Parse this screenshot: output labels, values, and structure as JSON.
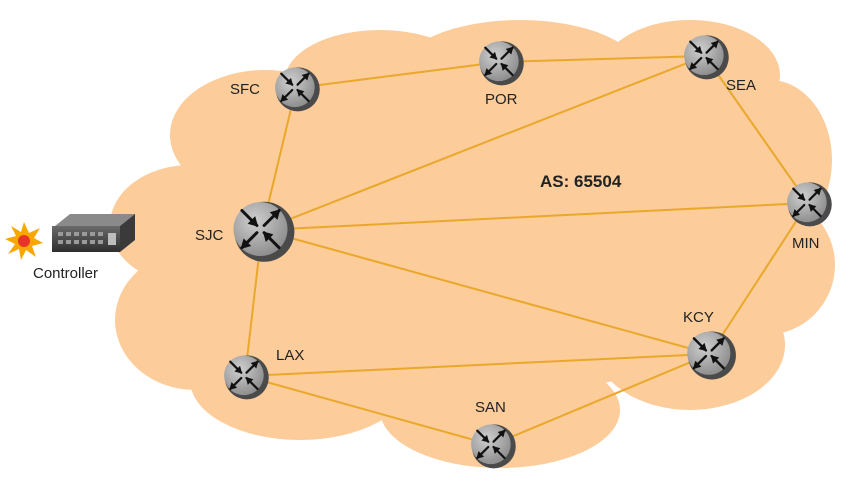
{
  "as_label": "AS: 65504",
  "controller": {
    "label": "Controller",
    "icon": "controller-server-icon",
    "status_icon": "alert-starburst-icon"
  },
  "colors": {
    "cloud": "#fccc9a",
    "link": "#e9a82a",
    "router_body": "#9a9a9a",
    "router_rim": "#4a4a4a",
    "alert_outer": "#f7a800",
    "alert_inner": "#e8332a"
  },
  "routers": [
    {
      "id": "SFC",
      "label": "SFC"
    },
    {
      "id": "POR",
      "label": "POR"
    },
    {
      "id": "SEA",
      "label": "SEA"
    },
    {
      "id": "SJC",
      "label": "SJC"
    },
    {
      "id": "MIN",
      "label": "MIN"
    },
    {
      "id": "KCY",
      "label": "KCY"
    },
    {
      "id": "LAX",
      "label": "LAX"
    },
    {
      "id": "SAN",
      "label": "SAN"
    }
  ],
  "links": [
    [
      "SFC",
      "POR"
    ],
    [
      "POR",
      "SEA"
    ],
    [
      "SFC",
      "SJC"
    ],
    [
      "SJC",
      "SEA"
    ],
    [
      "SEA",
      "MIN"
    ],
    [
      "SJC",
      "MIN"
    ],
    [
      "SJC",
      "KCY"
    ],
    [
      "MIN",
      "KCY"
    ],
    [
      "SJC",
      "LAX"
    ],
    [
      "LAX",
      "KCY"
    ],
    [
      "LAX",
      "SAN"
    ],
    [
      "SAN",
      "KCY"
    ]
  ]
}
